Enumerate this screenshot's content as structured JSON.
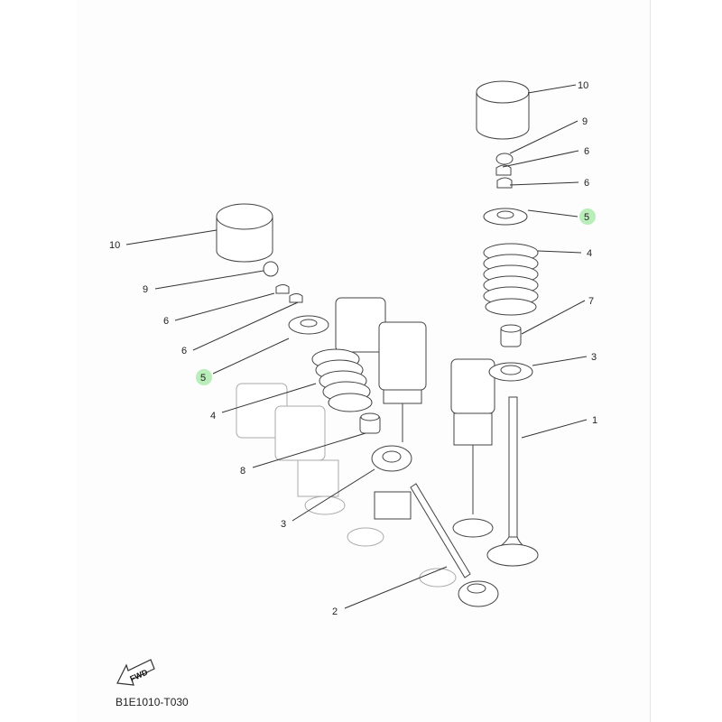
{
  "diagram": {
    "code": "B1E1010-T030",
    "fwd_label": "FWD",
    "highlight_color": "#9be59b",
    "right_callouts": [
      "10",
      "9",
      "6",
      "6",
      "5",
      "4",
      "7",
      "3",
      "1"
    ],
    "left_callouts": [
      "10",
      "9",
      "6",
      "6",
      "5",
      "4",
      "8",
      "3",
      "2"
    ]
  }
}
